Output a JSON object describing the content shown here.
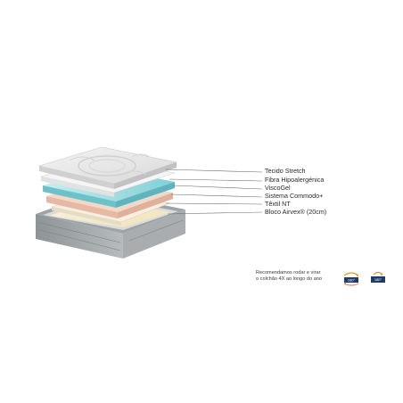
{
  "layers": [
    {
      "label": "Tecido Stretch"
    },
    {
      "label": "Fibra Hipoalergénica"
    },
    {
      "label": "ViscoGel"
    },
    {
      "label": "Sistema Commodo+"
    },
    {
      "label": "Têxtil NT"
    },
    {
      "label": "Bloco Airvex® (20cm)"
    }
  ],
  "rotation_note": {
    "line1": "Recomendamos rodar e virar",
    "line2": "o colchão 4X ao longo do ano"
  },
  "icons": {
    "rotate": {
      "name": "rotate-180-icon",
      "text": "180°"
    },
    "flip": {
      "name": "flip-180-icon",
      "text": "180°"
    }
  },
  "colors": {
    "icon_navy": "#1f3a6b",
    "icon_orange": "#e8902a",
    "leader_line": "#6a6a6a",
    "gel_blue": "#7fd0d6",
    "foam_cream": "#f3e7c6"
  }
}
